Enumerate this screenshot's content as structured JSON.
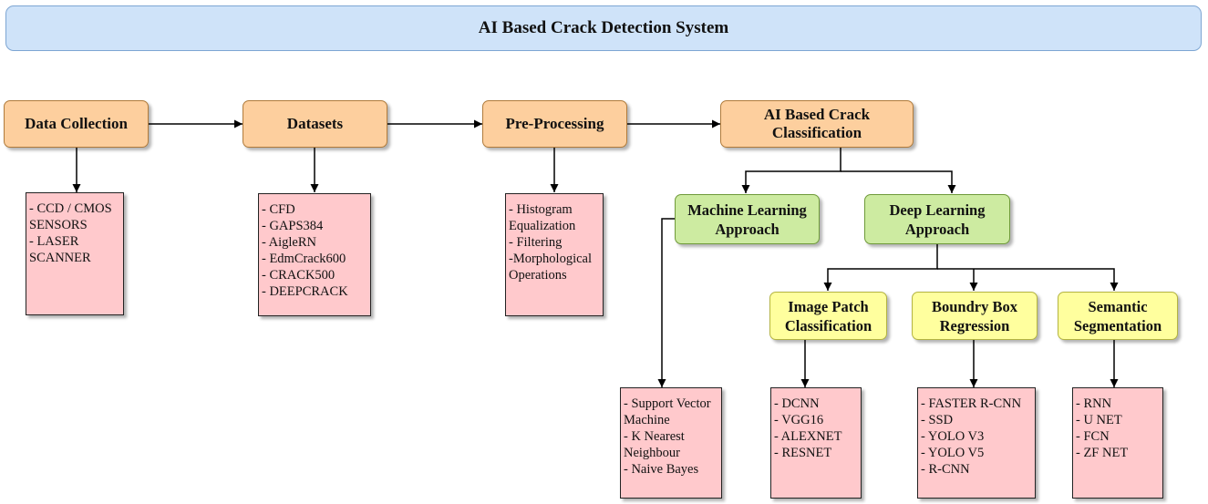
{
  "title": "AI Based Crack Detection System",
  "stages": {
    "data_collection": "Data Collection",
    "datasets": "Datasets",
    "pre_processing": "Pre-Processing",
    "classification_line1": "AI Based Crack",
    "classification_line2": "Classification"
  },
  "approaches": {
    "ml_line1": "Machine Learning",
    "ml_line2": "Approach",
    "dl_line1": "Deep Learning",
    "dl_line2": "Approach"
  },
  "methods": {
    "patch_line1": "Image Patch",
    "patch_line2": "Classification",
    "bbox_line1": "Boundry Box",
    "bbox_line2": "Regression",
    "seg_line1": "Semantic",
    "seg_line2": "Segmentation"
  },
  "lists": {
    "sensors": [
      "- CCD / CMOS SENSORS",
      "- LASER SCANNER"
    ],
    "datasets": [
      "- CFD",
      "- GAPS384",
      "- AigleRN",
      "- EdmCrack600",
      "- CRACK500",
      "- DEEPCRACK"
    ],
    "preprocessing": [
      "- Histogram Equalization",
      "- Filtering",
      "-Morphological Operations"
    ],
    "ml_methods": [
      "- Support Vector Machine",
      "- K Nearest Neighbour",
      "- Naive Bayes"
    ],
    "patch_models": [
      "- DCNN",
      "- VGG16",
      "- ALEXNET",
      "- RESNET"
    ],
    "bbox_models": [
      "- FASTER R-CNN",
      "- SSD",
      "- YOLO V3",
      "- YOLO V5",
      "- R-CNN"
    ],
    "seg_models": [
      "- RNN",
      "- U NET",
      "- FCN",
      "- ZF NET"
    ]
  }
}
